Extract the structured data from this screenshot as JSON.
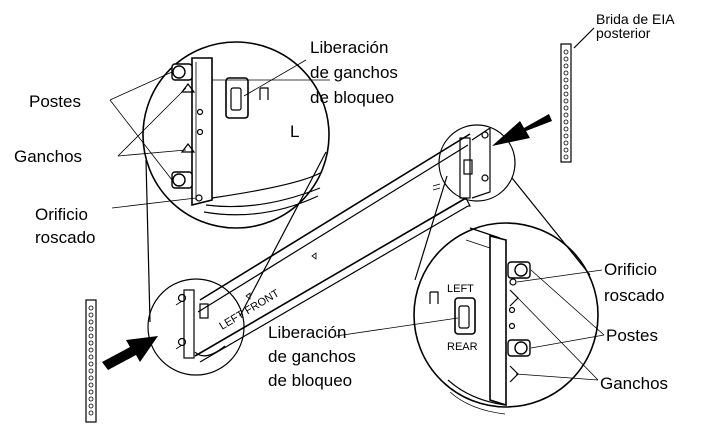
{
  "labels": {
    "brida_l1": "Brida de EIA",
    "brida_l2": "posterior",
    "liberacion_top_l1": "Liberación",
    "liberacion_top_l2": "de ganchos",
    "liberacion_top_l3": "de bloqueo",
    "postes_left": "Postes",
    "ganchos_left": "Ganchos",
    "orificio_left_l1": "Orificio",
    "orificio_left_l2": "roscado",
    "liberacion_bottom_l1": "Liberación",
    "liberacion_bottom_l2": "de ganchos",
    "liberacion_bottom_l3": "de bloqueo",
    "orificio_right_l1": "Orificio",
    "orificio_right_l2": "roscado",
    "postes_right": "Postes",
    "ganchos_right": "Ganchos"
  },
  "stamps": {
    "left_front": "LEFT FRONT",
    "left": "LEFT",
    "rear": "REAR",
    "l_mark": "L"
  },
  "colors": {
    "ink": "#000000",
    "arrow": "#000000",
    "background": "#ffffff"
  }
}
